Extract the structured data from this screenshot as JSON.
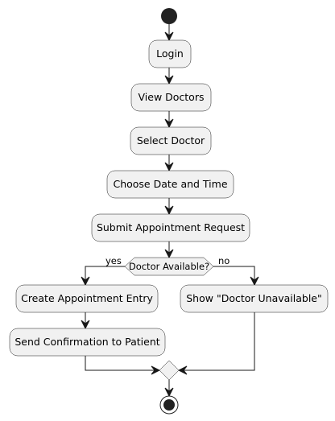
{
  "diagram": {
    "type": "activity",
    "actions": {
      "login": "Login",
      "view_doctors": "View Doctors",
      "select_doctor": "Select Doctor",
      "choose_datetime": "Choose Date and Time",
      "submit_request": "Submit Appointment Request",
      "create_entry": "Create Appointment Entry",
      "send_confirmation": "Send Confirmation to Patient",
      "show_unavailable": "Show \"Doctor Unavailable\""
    },
    "decision": {
      "question": "Doctor Available?",
      "yes_label": "yes",
      "no_label": "no"
    },
    "colors": {
      "node_fill": "#f1f1f1",
      "stroke": "#181818",
      "start_fill": "#222222"
    }
  }
}
